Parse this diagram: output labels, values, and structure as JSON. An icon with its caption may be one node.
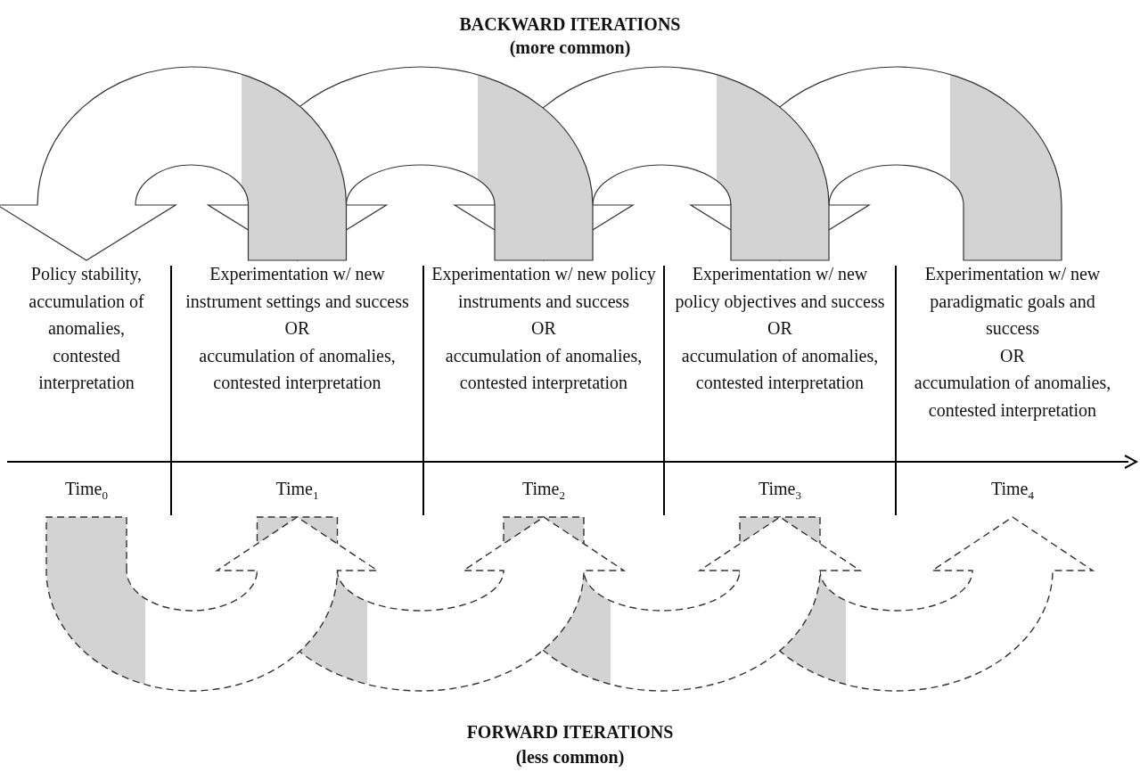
{
  "diagram": {
    "nodes": [
      {
        "text": [
          "Policy stability, accumulation of anomalies, contested interpretation"
        ],
        "beside": [
          "Time$_{0}$"
        ]
      },
      {
        "text": [
          "Experimentation w/ new instrument settings and success",
          "OR",
          "accumulation of anomalies, contested interpretation"
        ],
        "beside": [
          "Time$_{1}$"
        ]
      },
      {
        "text": [
          "Experimentation w/ new policy instruments and success",
          "OR",
          "accumulation of anomalies, contested interpretation"
        ],
        "beside": [
          "Time$_{2}$"
        ]
      },
      {
        "text": [
          "Experimentation w/ new policy objectives and success",
          "OR",
          "accumulation of anomalies, contested interpretation"
        ],
        "beside": [
          "Time$_{3}$"
        ]
      },
      {
        "text": [
          "Experimentation w/ new paradigmatic goals and success",
          "OR",
          "accumulation of anomalies, contested interpretation"
        ],
        "beside": [
          "Time$_{4}$"
        ]
      }
    ],
    "edges": [
      {
        "from": 1,
        "to": 0,
        "arrow": "to"
      },
      {
        "from": 2,
        "to": 1,
        "arrow": "to"
      },
      {
        "from": 3,
        "to": 2,
        "arrow": "to"
      },
      {
        "from": 4,
        "to": 3,
        "arrow": "to"
      },
      {
        "from": 0,
        "to": 1,
        "arrow": "to",
        "style": "dashed"
      },
      {
        "from": 1,
        "to": 2,
        "arrow": "to",
        "style": "dashed"
      },
      {
        "from": 2,
        "to": 3,
        "arrow": "to",
        "style": "dashed"
      },
      {
        "from": 3,
        "to": 4,
        "arrow": "to",
        "style": "dashed"
      }
    ],
    "labels": [
      "BACKWARD ITERATIONS",
      "(more common)",
      "FORWARD ITERATIONS",
      "(less common)"
    ]
  }
}
